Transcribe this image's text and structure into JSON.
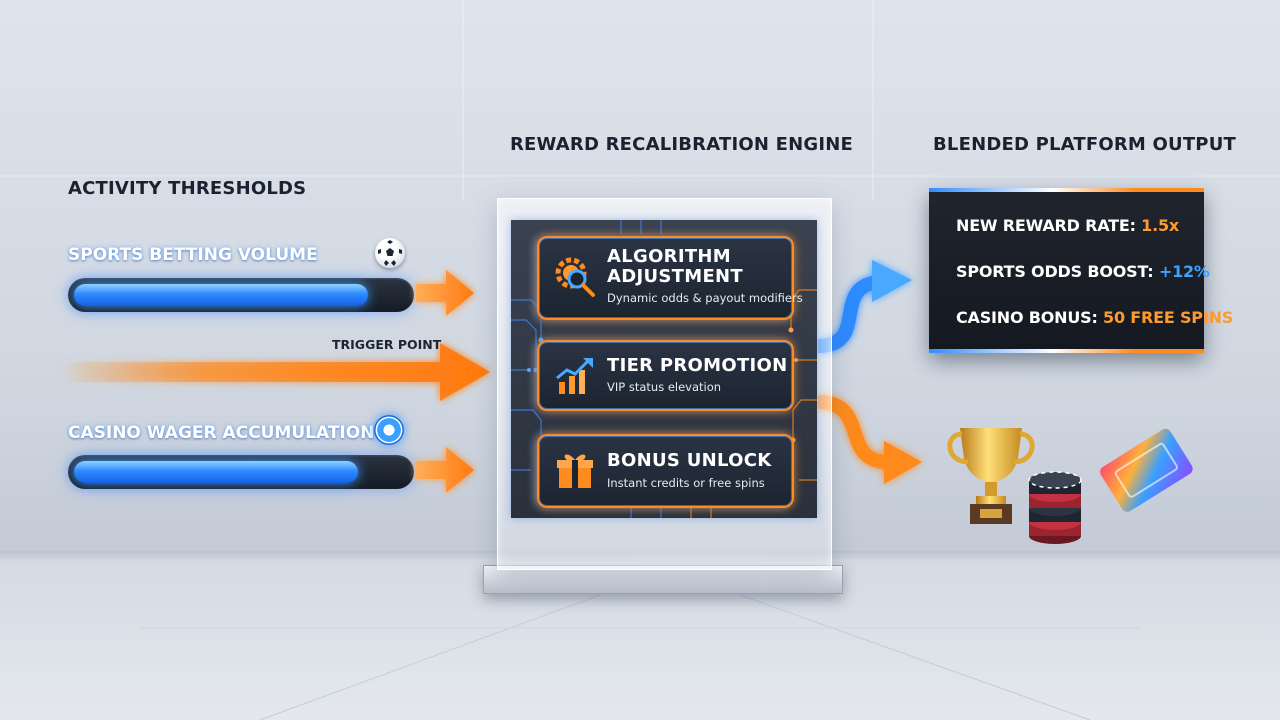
{
  "headers": {
    "thresholds": "ACTIVITY THRESHOLDS",
    "engine": "REWARD RECALIBRATION ENGINE",
    "output": "BLENDED PLATFORM OUTPUT"
  },
  "inputs": [
    {
      "label": "SPORTS BETTING VOLUME",
      "progress": 0.88,
      "icon": "soccer-ball-icon"
    },
    {
      "label": "CASINO WAGER ACCUMULATION",
      "progress": 0.85,
      "icon": "casino-chip-icon"
    }
  ],
  "trigger": {
    "label": "TRIGGER POINT"
  },
  "modules": [
    {
      "title_line1": "ALGORITHM",
      "title_line2": "ADJUSTMENT",
      "subtitle": "Dynamic odds & payout modifiers",
      "icon": "gear-magnifier-icon"
    },
    {
      "title_line1": "TIER PROMOTION",
      "subtitle": "VIP status elevation",
      "icon": "growth-chart-icon"
    },
    {
      "title_line1": "BONUS UNLOCK",
      "subtitle": "Instant credits or free spins",
      "icon": "gift-icon"
    }
  ],
  "output": {
    "lines": [
      {
        "label": "NEW REWARD RATE: ",
        "value": "1.5x"
      },
      {
        "label": "SPORTS ODDS BOOST: ",
        "value": "+12%"
      },
      {
        "label": "CASINO BONUS: ",
        "value": "50 FREE SPINS"
      }
    ]
  },
  "colors": {
    "accent_orange": "#ff8a1e",
    "accent_blue": "#2f8bff",
    "panel_bg": "#1a1f27"
  }
}
